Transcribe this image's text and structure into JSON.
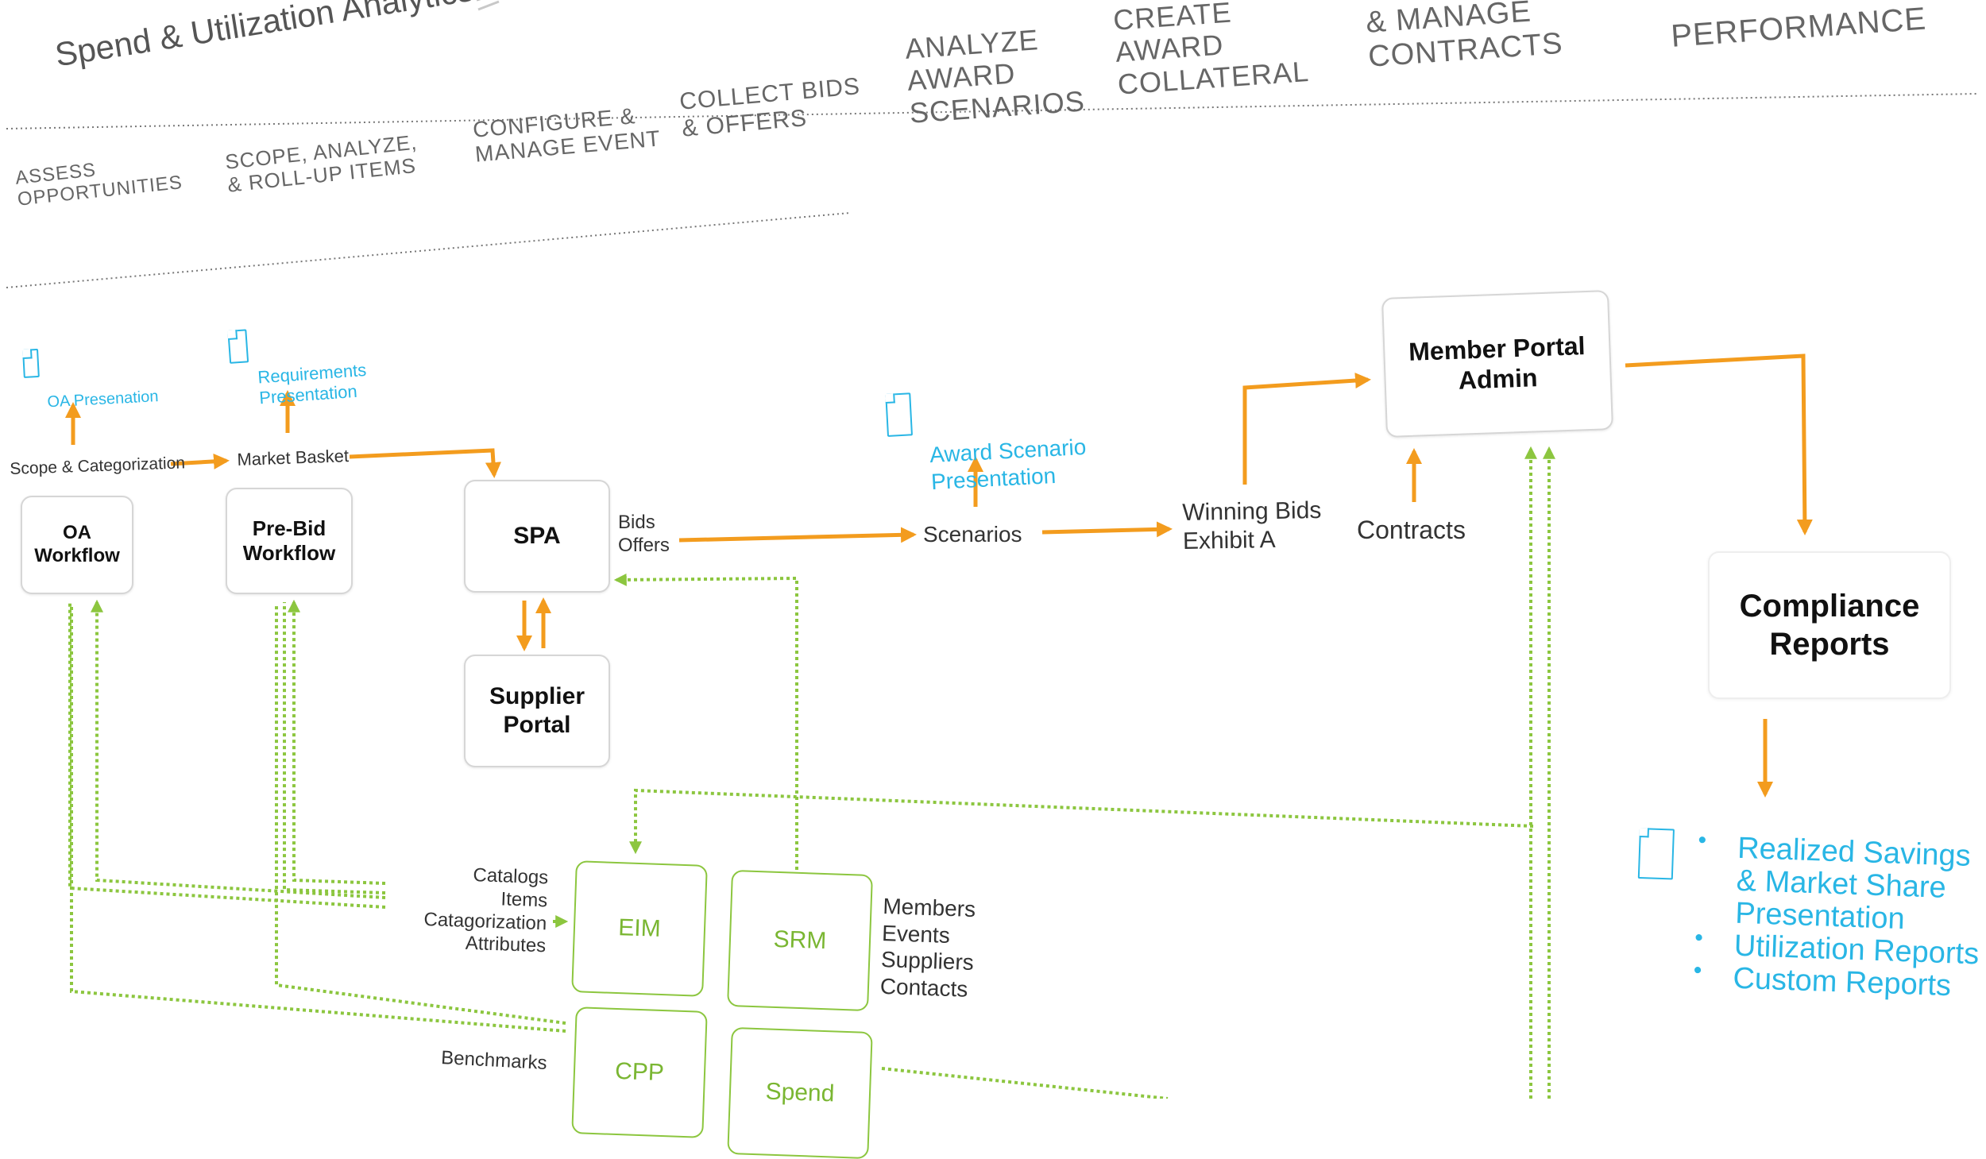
{
  "stages_top": [
    {
      "text": "Spend & Utilization Analytics"
    },
    {
      "text": "ANALYZE\nAWARD\nSCENARIOS"
    },
    {
      "text": "CREATE\nAWARD\nCOLLATERAL"
    },
    {
      "text": "& MANAGE\nCONTRACTS"
    },
    {
      "text": "PERFORMANCE"
    }
  ],
  "stages_row2": [
    {
      "text": "ASSESS\nOPPORTUNITIES"
    },
    {
      "text": "SCOPE, ANALYZE,\n& ROLL-UP ITEMS"
    },
    {
      "text": "CONFIGURE &\nMANAGE EVENT"
    },
    {
      "text": "COLLECT BIDS\n& OFFERS"
    }
  ],
  "documents": [
    {
      "text": "OA Presenation"
    },
    {
      "text": "Requirements\nPresentation"
    },
    {
      "text": "Award Scenario\nPresentation"
    }
  ],
  "systems": [
    {
      "text": "OA Workflow"
    },
    {
      "text": "Pre-Bid\nWorkflow"
    },
    {
      "text": "SPA"
    },
    {
      "text": "Supplier\nPortal"
    },
    {
      "text": "Member Portal\nAdmin"
    },
    {
      "text": "Compliance\nReports"
    }
  ],
  "data_systems": [
    {
      "text": "EIM"
    },
    {
      "text": "SRM"
    },
    {
      "text": "CPP"
    },
    {
      "text": "Spend"
    }
  ],
  "flow_labels": [
    {
      "text": "Scope & Categorization"
    },
    {
      "text": "Market Basket"
    },
    {
      "text": "Bids\nOffers"
    },
    {
      "text": "Scenarios"
    },
    {
      "text": "Winning Bids\nExhibit A"
    },
    {
      "text": "Contracts"
    },
    {
      "text": "Catalogs\nItems\nCatagorization\nAttributes"
    },
    {
      "text": "Members\nEvents\nSuppliers\nContacts"
    },
    {
      "text": "Benchmarks"
    }
  ],
  "report_items": [
    {
      "text": "Realized Savings\n& Market Share\nPresentation"
    },
    {
      "text": "Utilization Reports"
    },
    {
      "text": "Custom Reports"
    }
  ],
  "colors": {
    "flow_arrow": "#f39c1e",
    "data_link": "#8cc63f",
    "document": "#29b6e5",
    "stage_text": "#666666",
    "box_border": "#d6d6d6"
  }
}
